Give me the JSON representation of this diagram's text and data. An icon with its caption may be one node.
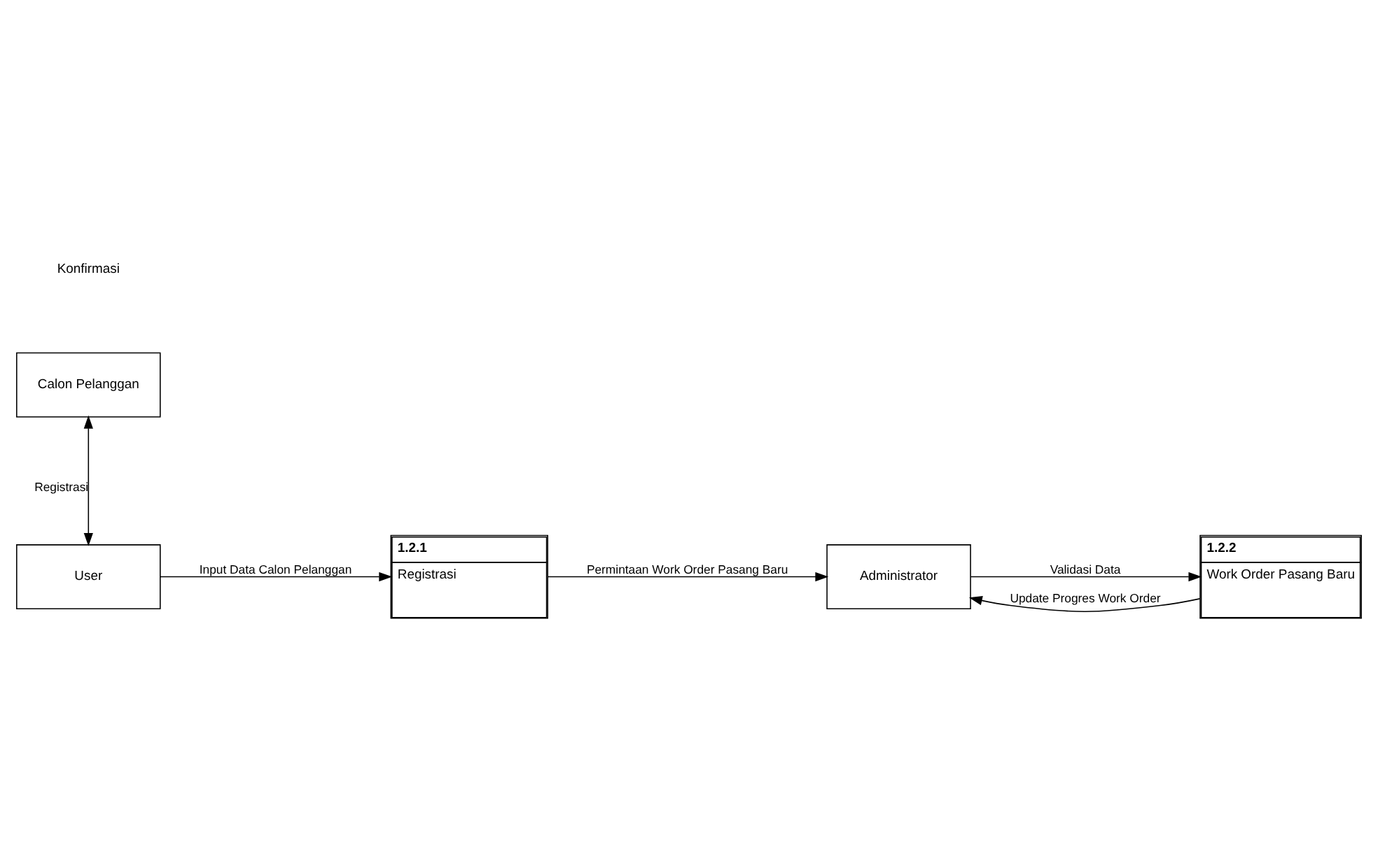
{
  "diagram": {
    "nodes": [
      {
        "text": [
          "Calon Pelanggan"
        ]
      },
      {
        "text": [
          "User"
        ]
      },
      {
        "text": [
          "1.2.1",
          "Registrasi"
        ]
      },
      {
        "text": [
          "Administrator"
        ]
      },
      {
        "text": [
          "1.2.2",
          "Work Order Pasang Baru"
        ]
      }
    ],
    "edges": [
      {
        "from": 0,
        "to": 1,
        "arrow": "both",
        "label": "Registrasi"
      },
      {
        "from": 1,
        "to": 2,
        "arrow": "to",
        "label": "Input Data Calon Pelanggan"
      },
      {
        "from": 2,
        "to": 3,
        "arrow": "to",
        "label": "Permintaan Work Order Pasang Baru"
      },
      {
        "from": 3,
        "to": 4,
        "arrow": "to",
        "label": "Validasi Data"
      },
      {
        "from": 4,
        "to": 3,
        "arrow": "to",
        "label": "Update Progres Work Order"
      }
    ],
    "labels": [
      "Konfirmasi"
    ]
  }
}
